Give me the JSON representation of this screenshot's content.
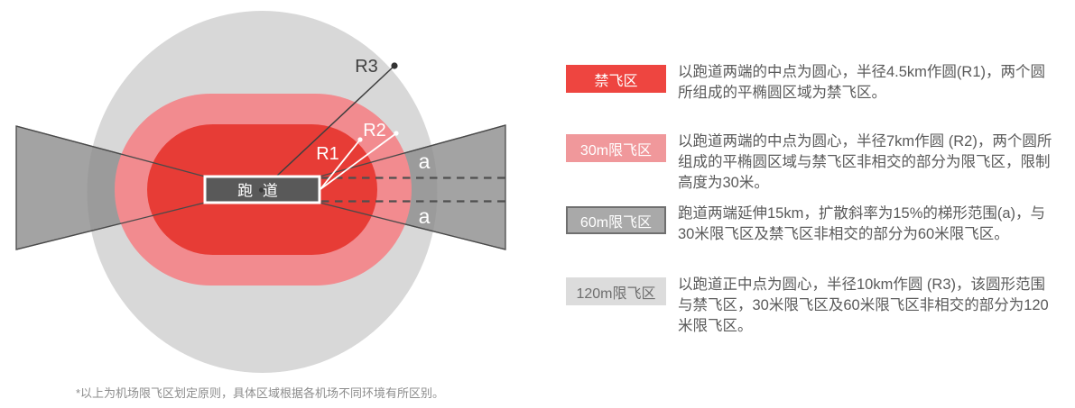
{
  "diagram": {
    "runway_label": "跑 道",
    "labels": {
      "r1": "R1",
      "r2": "R2",
      "r3": "R3",
      "a_upper": "a",
      "a_lower": "a"
    },
    "footnote": "*以上为机场限飞区划定原则，具体区域根据各机场不同环境有所区别。",
    "colors": {
      "zone_120m_circle": "#d8d8d8",
      "zone_60m_trapezoid": "#9c9c9c",
      "zone_30m_stadium": "#f28b8f",
      "no_fly_stadium": "#e73c36",
      "runway_fill": "#595959",
      "dashed_line": "#4f4f4f"
    }
  },
  "legend": {
    "items": [
      {
        "label": "禁飞区",
        "color": "#ee4540",
        "description": "以跑道两端的中点为圆心，半径4.5km作圆(R1)，两个圆所组成的平椭圆区域为禁飞区。"
      },
      {
        "label": "30m限飞区",
        "color": "#f0989b",
        "description": "以跑道两端的中点为圆心，半径7km作圆 (R2)，两个圆所组成的平椭圆区域与禁飞区非相交的部分为限飞区，限制高度为30米。"
      },
      {
        "label": "60m限飞区",
        "color": "#a9a9a9",
        "description": "跑道两端延伸15km，扩散斜率为15%的梯形范围(a)，与30米限飞区及禁飞区非相交的部分为60米限飞区。"
      },
      {
        "label": "120m限飞区",
        "color": "#dcdcdc",
        "description": "以跑道正中点为圆心，半径10km作圆 (R3)，该圆形范围与禁飞区，30米限飞区及60米限飞区非相交的部分为120米限飞区。"
      }
    ]
  }
}
